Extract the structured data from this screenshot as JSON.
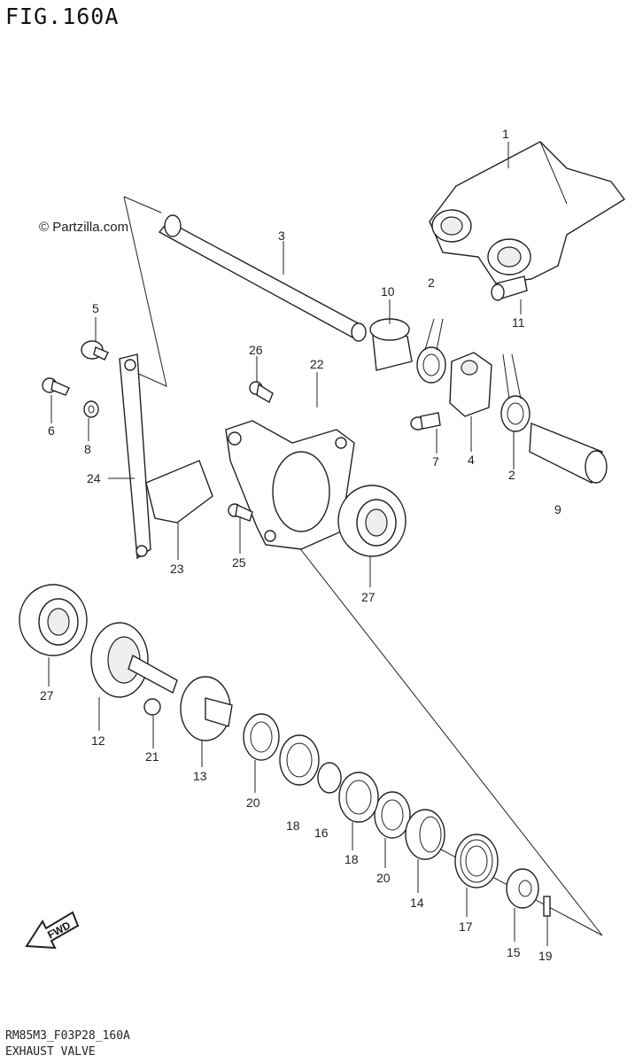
{
  "header": {
    "title": "FIG.160A"
  },
  "watermark": "© Partzilla.com",
  "footer": {
    "code": "RM85M3_F03P28_160A",
    "caption": "EXHAUST VALVE"
  },
  "fwd_label": "FWD",
  "callouts": [
    {
      "id": "c1",
      "text": "1"
    },
    {
      "id": "c2a",
      "text": "2"
    },
    {
      "id": "c2b",
      "text": "2"
    },
    {
      "id": "c3",
      "text": "3"
    },
    {
      "id": "c4",
      "text": "4"
    },
    {
      "id": "c5",
      "text": "5"
    },
    {
      "id": "c6",
      "text": "6"
    },
    {
      "id": "c7",
      "text": "7"
    },
    {
      "id": "c8",
      "text": "8"
    },
    {
      "id": "c9",
      "text": "9"
    },
    {
      "id": "c10",
      "text": "10"
    },
    {
      "id": "c11",
      "text": "11"
    },
    {
      "id": "c12",
      "text": "12"
    },
    {
      "id": "c13",
      "text": "13"
    },
    {
      "id": "c14",
      "text": "14"
    },
    {
      "id": "c15",
      "text": "15"
    },
    {
      "id": "c16",
      "text": "16"
    },
    {
      "id": "c17",
      "text": "17"
    },
    {
      "id": "c18a",
      "text": "18"
    },
    {
      "id": "c18b",
      "text": "18"
    },
    {
      "id": "c19",
      "text": "19"
    },
    {
      "id": "c20a",
      "text": "20"
    },
    {
      "id": "c20b",
      "text": "20"
    },
    {
      "id": "c21",
      "text": "21"
    },
    {
      "id": "c22",
      "text": "22"
    },
    {
      "id": "c23",
      "text": "23"
    },
    {
      "id": "c24",
      "text": "24"
    },
    {
      "id": "c25",
      "text": "25"
    },
    {
      "id": "c26",
      "text": "26"
    },
    {
      "id": "c27a",
      "text": "27"
    },
    {
      "id": "c27b",
      "text": "27"
    }
  ]
}
